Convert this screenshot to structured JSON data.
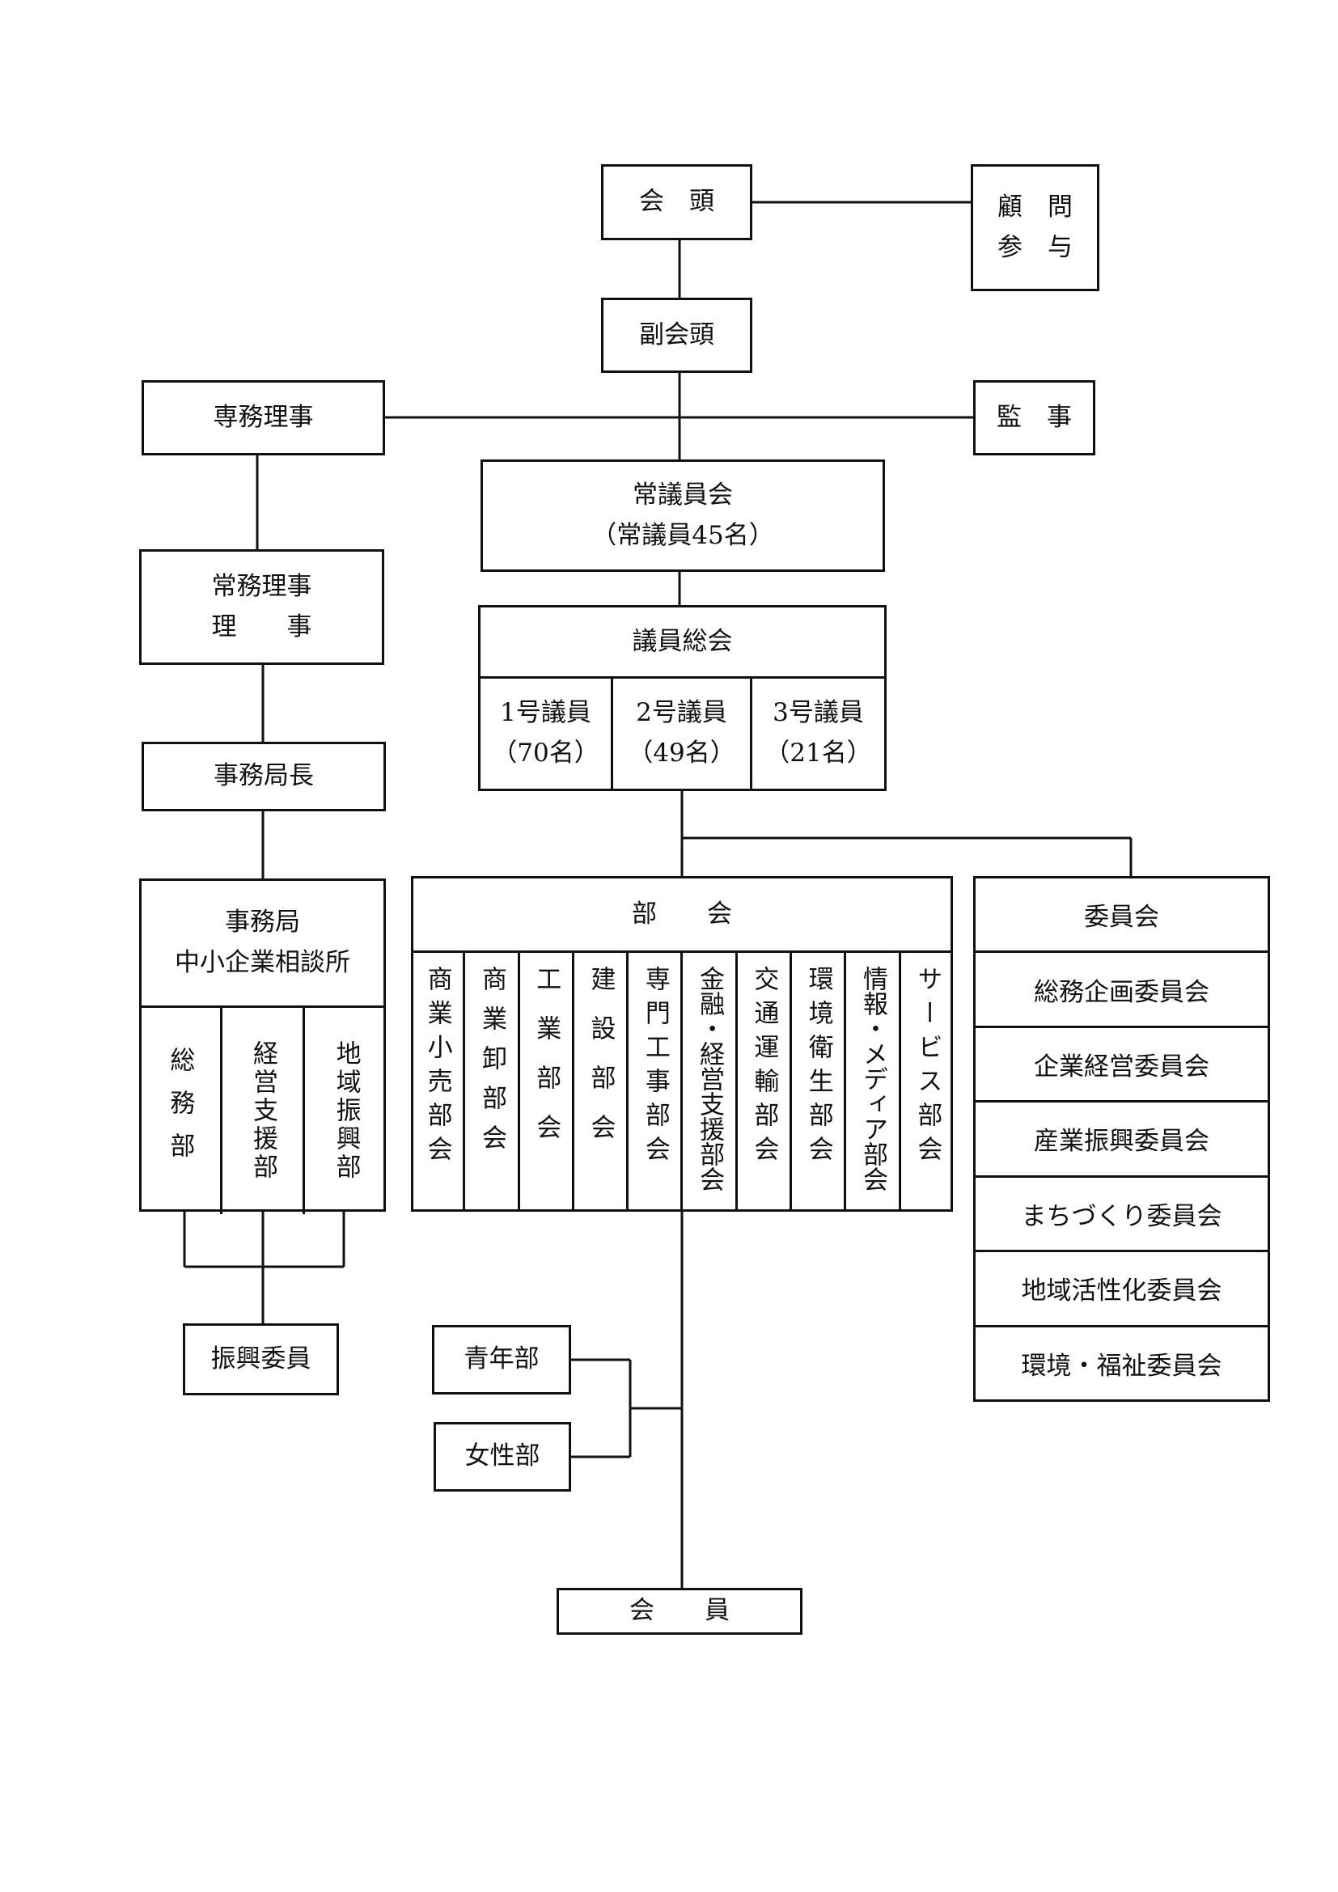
{
  "diagram": {
    "president": "会　頭",
    "advisors": [
      "顧　問",
      "参　与"
    ],
    "vice_president": "副会頭",
    "executive_director": "専務理事",
    "auditor": "監　事",
    "standing_council": {
      "title": "常議員会",
      "note": "（常議員45名）"
    },
    "directors": [
      "常務理事",
      "理　　事"
    ],
    "assembly": {
      "title": "議員総会",
      "classes": [
        {
          "label": "1号議員",
          "count": "（70名）"
        },
        {
          "label": "2号議員",
          "count": "（49名）"
        },
        {
          "label": "3号議員",
          "count": "（21名）"
        }
      ]
    },
    "secretary_general": "事務局長",
    "secretariat": {
      "title": "事務局",
      "subtitle": "中小企業相談所",
      "departments": [
        "総務部",
        "経営支援部",
        "地域振興部"
      ]
    },
    "promotion_members": "振興委員",
    "sections": {
      "title": "部　　会",
      "items": [
        "商業小売部会",
        "商業卸部会",
        "工業部会",
        "建設部会",
        "専門工事部会",
        "金融・経営支援部会",
        "交通運輸部会",
        "環境衛生部会",
        "情報・メディア部会",
        "サービス部会"
      ]
    },
    "committees": {
      "title": "委員会",
      "items": [
        "総務企画委員会",
        "企業経営委員会",
        "産業振興委員会",
        "まちづくり委員会",
        "地域活性化委員会",
        "環境・福祉委員会"
      ]
    },
    "youth_division": "青年部",
    "women_division": "女性部",
    "members": "会　　員"
  }
}
